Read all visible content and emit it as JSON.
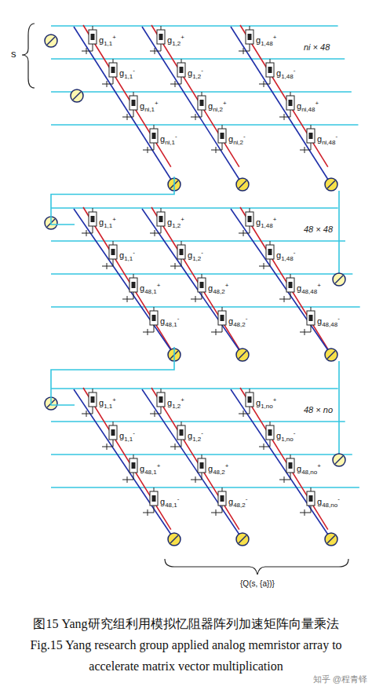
{
  "diagram": {
    "caption": "图15 Yang研究组利用模拟忆阻器阵列加速矩阵向量乘法",
    "nodes": [
      {
        "text": [
          "ni × 48"
        ]
      },
      {
        "text": [
          "48 × 48"
        ]
      },
      {
        "text": [
          "48 × no"
        ]
      }
    ],
    "edges": [
      {
        "from": 0,
        "to": 1,
        "arrow": "none"
      },
      {
        "from": 1,
        "to": 2,
        "arrow": "none"
      }
    ],
    "labels": [
      "s",
      "g1,1+",
      "g1,2+",
      "g1,48+",
      "g1,1-",
      "g1,2-",
      "g1,48-",
      "gni,1+",
      "gni,2+",
      "gni,48+",
      "gni,1-",
      "gni,2-",
      "gni,48-",
      "g1,1+",
      "g1,2+",
      "g1,48+",
      "g1,1-",
      "g1,2-",
      "g1,48-",
      "g48,1+",
      "g48,2+",
      "g48,48+",
      "g48,1-",
      "g48,2-",
      "g48,48-",
      "g1,1+",
      "g1,2+",
      "g1,no+",
      "g1,1-",
      "g1,2-",
      "g1,no-",
      "g48,1+",
      "g48,2+",
      "g48,no+",
      "g48,1-",
      "g48,2-",
      "g48,no-",
      "{Q(s, {a})}",
      "Fig.15 Yang research group applied analog memristor array to accelerate matrix vector multiplication",
      "知乎 @程青铎"
    ]
  }
}
